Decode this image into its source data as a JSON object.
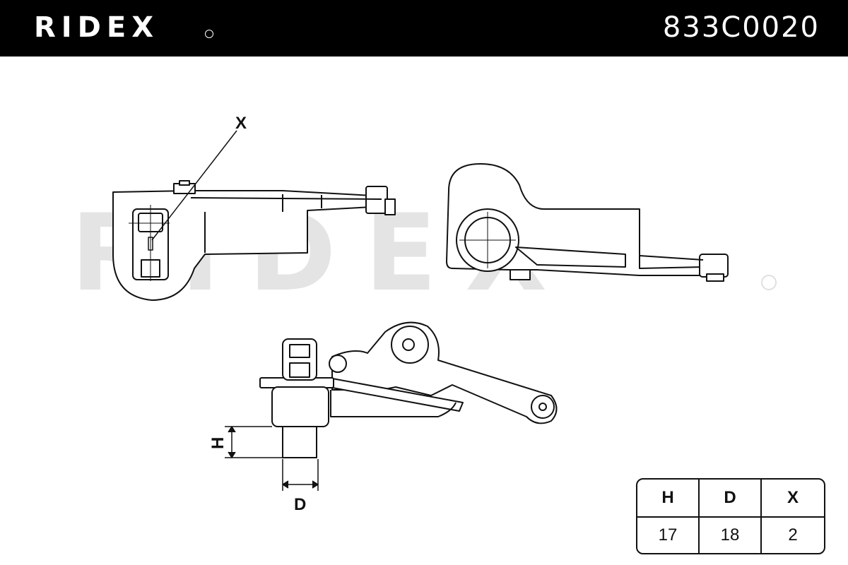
{
  "header": {
    "brand": "RIDEX",
    "part_number": "833C0020"
  },
  "drawing": {
    "label_x": "X",
    "label_h": "H",
    "label_d": "D",
    "watermark": "RIDEX"
  },
  "spec_table": {
    "headers": [
      "H",
      "D",
      "X"
    ],
    "values": [
      "17",
      "18",
      "2"
    ]
  }
}
